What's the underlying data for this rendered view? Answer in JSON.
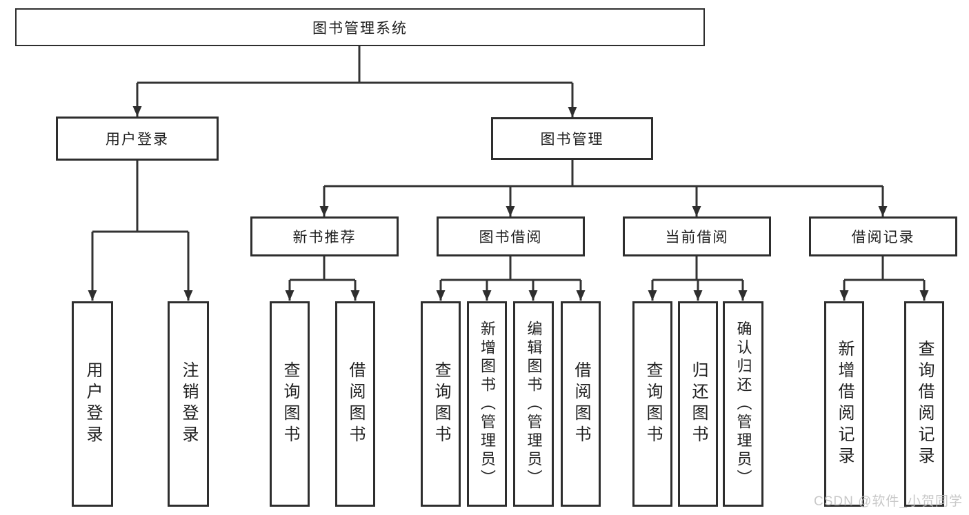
{
  "diagram": {
    "title": "图书管理系统",
    "root": {
      "label": "图书管理系统"
    },
    "branches": [
      {
        "label": "用户登录"
      },
      {
        "label": "图书管理"
      }
    ],
    "modules": [
      {
        "label": "新书推荐"
      },
      {
        "label": "图书借阅"
      },
      {
        "label": "当前借阅"
      },
      {
        "label": "借阅记录"
      }
    ],
    "leaves": [
      {
        "label": "用户登录"
      },
      {
        "label": "注销登录"
      },
      {
        "label": "查询图书"
      },
      {
        "label": "借阅图书"
      },
      {
        "label": "查询图书"
      },
      {
        "label": "新增图书（管理员）"
      },
      {
        "label": "编辑图书（管理员）"
      },
      {
        "label": "借阅图书"
      },
      {
        "label": "查询图书"
      },
      {
        "label": "归还图书"
      },
      {
        "label": "确认归还（管理员）"
      },
      {
        "label": "新增借阅记录"
      },
      {
        "label": "查询借阅记录"
      }
    ]
  },
  "watermark": {
    "text": "CSDN @软件_小贺同学"
  },
  "colors": {
    "line": "#333333",
    "box_border": "#2e2e2e",
    "text": "#1f1f1f",
    "watermark": "#bfbfbf",
    "background": "#ffffff"
  }
}
